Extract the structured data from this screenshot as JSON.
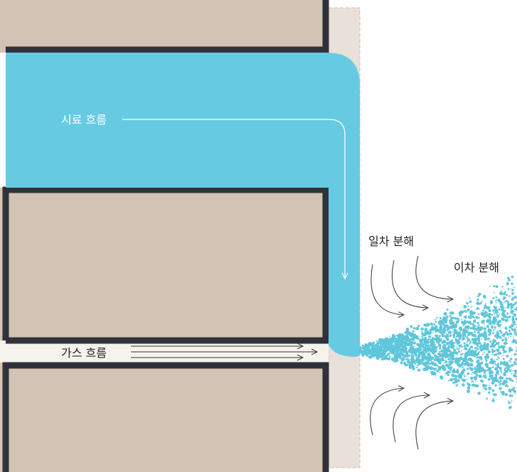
{
  "labels": {
    "sample_flow": "시료 흐름",
    "gas_flow": "가스 흐름",
    "primary_breakup": "일차 분해",
    "secondary_breakup": "이차 분해"
  },
  "colors": {
    "liquid": "#66cbe2",
    "wall_fill": "#d3c3b4",
    "wall_outline": "#2f323a",
    "outer_tube": "#eae0da",
    "outer_tube_border": "#cdbdb2",
    "gas_channel": "#f6f3ee",
    "arrow": "#444444",
    "droplet": "#5fc6db"
  }
}
